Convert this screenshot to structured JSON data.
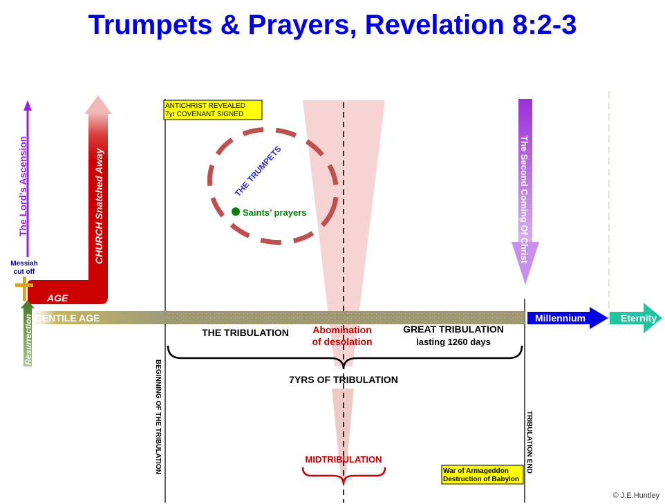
{
  "title": "Trumpets & Prayers, Revelation 8:2-3",
  "labels": {
    "lords_ascension": "The Lord’s Ascension",
    "church_snatched": "CHURCH Snatched Away",
    "messiah_line1": "Messiah",
    "messiah_line2": "cut off",
    "church": "CHURCH",
    "age": "AGE",
    "resurrection": "Resurrection",
    "gentile_age": "GENTILE AGE",
    "antichrist_line1": "ANTICHRIST  REVEALED",
    "antichrist_line2": "7yr COVENANT  SIGNED",
    "the_trumpets": "THE TRUMPETS",
    "saints_prayers": "Saints’ prayers",
    "second_coming": "The Second Coming Of Christ",
    "millennium": "Millennium",
    "eternity": "Eternity",
    "the_tribulation": "THE TRIBULATION",
    "abomination_line1": "Abomination",
    "abomination_line2": "of desolation",
    "great_trib_line1": "GREAT TRIBULATION",
    "great_trib_line2": "lasting 1260 days",
    "seven_years": "7YRS OF TRIBULATION",
    "beginning": "BEGINNING OF THE TRIBULATION",
    "midtribulation": "MIDTRIBULATION",
    "war_line1": "War of Armageddon",
    "war_line2": "Destruction of Babylon",
    "trib_end": "TRIBULATION END",
    "copyright": "© J.E.Huntley"
  },
  "colors": {
    "title": "#0000e6",
    "church_red": "#cc0000",
    "ascension_purple": "#9b1fe8",
    "second_coming_purple": "#a64de8",
    "millennium_blue": "#0000e6",
    "eternity_teal": "#21c4a0",
    "trumpets_ring": "#c0504d",
    "saints_green": "#008000",
    "gentile_gold": "#c8b560",
    "label_yellow": "#ffff00"
  }
}
